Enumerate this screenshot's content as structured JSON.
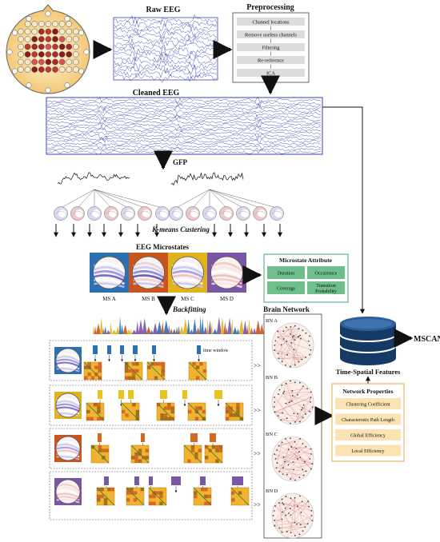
{
  "titles": {
    "raw_eeg": "Raw EEG",
    "preprocessing": "Preprocessing",
    "cleaned_eeg": "Cleaned EEG",
    "gfp": "GFP",
    "kmeans": "K-means Custering",
    "eeg_microstates": "EEG Microstates",
    "backfitting": "Backfitting",
    "brain_network": "Brain Network",
    "time_spatial_features": "Time-Spatial Features",
    "mscan": "MSCAN",
    "time_window": "time window"
  },
  "preprocessing_steps": [
    "Channel locations",
    "Remove useless channels",
    "Filtering",
    "Re-reference",
    "ICA"
  ],
  "microstate_attribute": {
    "title": "Microstate Attribute",
    "cells": [
      "Duration",
      "Occurrence",
      "Coverage",
      "Transition Probability"
    ]
  },
  "microstates": [
    {
      "label": "MS A",
      "bg": "#2d6fb3"
    },
    {
      "label": "MS B",
      "bg": "#c9541e"
    },
    {
      "label": "MS C",
      "bg": "#e0b21c"
    },
    {
      "label": "MS D",
      "bg": "#7b55a6"
    }
  ],
  "network_properties": {
    "title": "Network Properties",
    "items": [
      "Clustering Coefficient",
      "Characteristic Path Length",
      "Global Efficiency",
      "Local Efficiency"
    ]
  },
  "brain_networks": [
    "BN A",
    "BN B",
    "BN C",
    "BN D"
  ],
  "row_panels": [
    {
      "topo_bg": "#2d6fb3",
      "bar_color": "#2d6fb3"
    },
    {
      "topo_bg": "#e0b21c",
      "bar_color": "#e8c41e"
    },
    {
      "topo_bg": "#c9541e",
      "bar_color": "#d2691e"
    },
    {
      "topo_bg": "#7b55a6",
      "bar_color": "#7b55a6"
    }
  ],
  "colors": {
    "accent_blue": "#3a3fb0",
    "attr_green": "#6fbf8d",
    "netprop_fill": "#fbe3b3",
    "netprop_border": "#e4a94a"
  },
  "markers": {
    "double_arrow": ">>"
  }
}
